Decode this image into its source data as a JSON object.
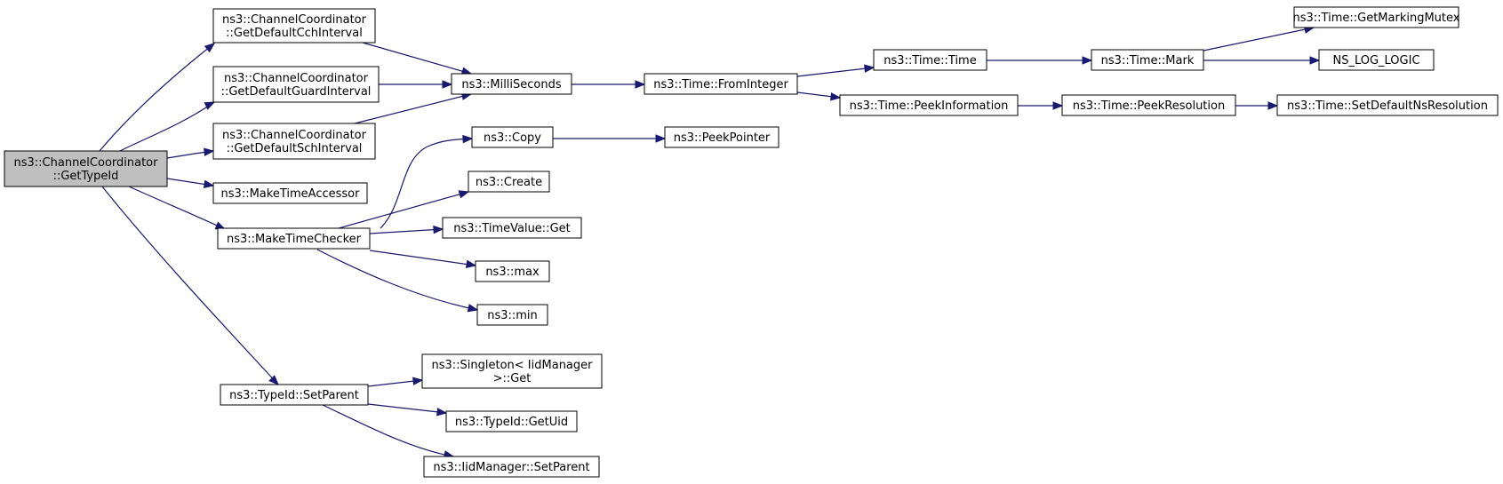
{
  "graph": {
    "nodes": [
      {
        "id": "getTypeId",
        "lines": [
          "ns3::ChannelCoordinator",
          "::GetTypeId"
        ],
        "root": true
      },
      {
        "id": "getDefaultCch",
        "lines": [
          "ns3::ChannelCoordinator",
          "::GetDefaultCchInterval"
        ]
      },
      {
        "id": "getDefaultGuard",
        "lines": [
          "ns3::ChannelCoordinator",
          "::GetDefaultGuardInterval"
        ]
      },
      {
        "id": "getDefaultSch",
        "lines": [
          "ns3::ChannelCoordinator",
          "::GetDefaultSchInterval"
        ]
      },
      {
        "id": "makeTimeAccessor",
        "lines": [
          "ns3::MakeTimeAccessor"
        ]
      },
      {
        "id": "makeTimeChecker",
        "lines": [
          "ns3::MakeTimeChecker"
        ]
      },
      {
        "id": "setParent",
        "lines": [
          "ns3::TypeId::SetParent"
        ]
      },
      {
        "id": "milliSeconds",
        "lines": [
          "ns3::MilliSeconds"
        ]
      },
      {
        "id": "fromInteger",
        "lines": [
          "ns3::Time::FromInteger"
        ]
      },
      {
        "id": "timeTime",
        "lines": [
          "ns3::Time::Time"
        ]
      },
      {
        "id": "peekInformation",
        "lines": [
          "ns3::Time::PeekInformation"
        ]
      },
      {
        "id": "timeMark",
        "lines": [
          "ns3::Time::Mark"
        ]
      },
      {
        "id": "peekResolution",
        "lines": [
          "ns3::Time::PeekResolution"
        ]
      },
      {
        "id": "getMarkingMutex",
        "lines": [
          "ns3::Time::GetMarkingMutex"
        ]
      },
      {
        "id": "nsLogLogic",
        "lines": [
          "NS_LOG_LOGIC"
        ]
      },
      {
        "id": "setDefaultNsRes",
        "lines": [
          "ns3::Time::SetDefaultNsResolution"
        ]
      },
      {
        "id": "copy",
        "lines": [
          "ns3::Copy"
        ]
      },
      {
        "id": "peekPointer",
        "lines": [
          "ns3::PeekPointer"
        ]
      },
      {
        "id": "create",
        "lines": [
          "ns3::Create"
        ]
      },
      {
        "id": "timeValueGet",
        "lines": [
          "ns3::TimeValue::Get"
        ]
      },
      {
        "id": "max",
        "lines": [
          "ns3::max"
        ]
      },
      {
        "id": "min",
        "lines": [
          "ns3::min"
        ]
      },
      {
        "id": "singletonGet",
        "lines": [
          "ns3::Singleton< IidManager",
          " >::Get"
        ]
      },
      {
        "id": "getUid",
        "lines": [
          "ns3::TypeId::GetUid"
        ]
      },
      {
        "id": "iidSetParent",
        "lines": [
          "ns3::IidManager::SetParent"
        ]
      }
    ],
    "edges": [
      {
        "from": "getTypeId",
        "to": "getDefaultCch"
      },
      {
        "from": "getTypeId",
        "to": "getDefaultGuard"
      },
      {
        "from": "getTypeId",
        "to": "getDefaultSch"
      },
      {
        "from": "getTypeId",
        "to": "makeTimeAccessor"
      },
      {
        "from": "getTypeId",
        "to": "makeTimeChecker"
      },
      {
        "from": "getTypeId",
        "to": "setParent"
      },
      {
        "from": "getDefaultCch",
        "to": "milliSeconds"
      },
      {
        "from": "getDefaultGuard",
        "to": "milliSeconds"
      },
      {
        "from": "getDefaultSch",
        "to": "milliSeconds"
      },
      {
        "from": "milliSeconds",
        "to": "fromInteger"
      },
      {
        "from": "fromInteger",
        "to": "timeTime"
      },
      {
        "from": "fromInteger",
        "to": "peekInformation"
      },
      {
        "from": "timeTime",
        "to": "timeMark"
      },
      {
        "from": "timeMark",
        "to": "getMarkingMutex"
      },
      {
        "from": "timeMark",
        "to": "nsLogLogic"
      },
      {
        "from": "peekInformation",
        "to": "peekResolution"
      },
      {
        "from": "peekResolution",
        "to": "setDefaultNsRes"
      },
      {
        "from": "makeTimeChecker",
        "to": "copy"
      },
      {
        "from": "copy",
        "to": "peekPointer"
      },
      {
        "from": "makeTimeChecker",
        "to": "create"
      },
      {
        "from": "makeTimeChecker",
        "to": "timeValueGet"
      },
      {
        "from": "makeTimeChecker",
        "to": "max"
      },
      {
        "from": "makeTimeChecker",
        "to": "min"
      },
      {
        "from": "setParent",
        "to": "singletonGet"
      },
      {
        "from": "setParent",
        "to": "getUid"
      },
      {
        "from": "setParent",
        "to": "iidSetParent"
      }
    ],
    "colors": {
      "edge": "#191970",
      "root_fill": "#bfbfbf",
      "node_fill": "#ffffff",
      "node_border": "#000000"
    }
  }
}
